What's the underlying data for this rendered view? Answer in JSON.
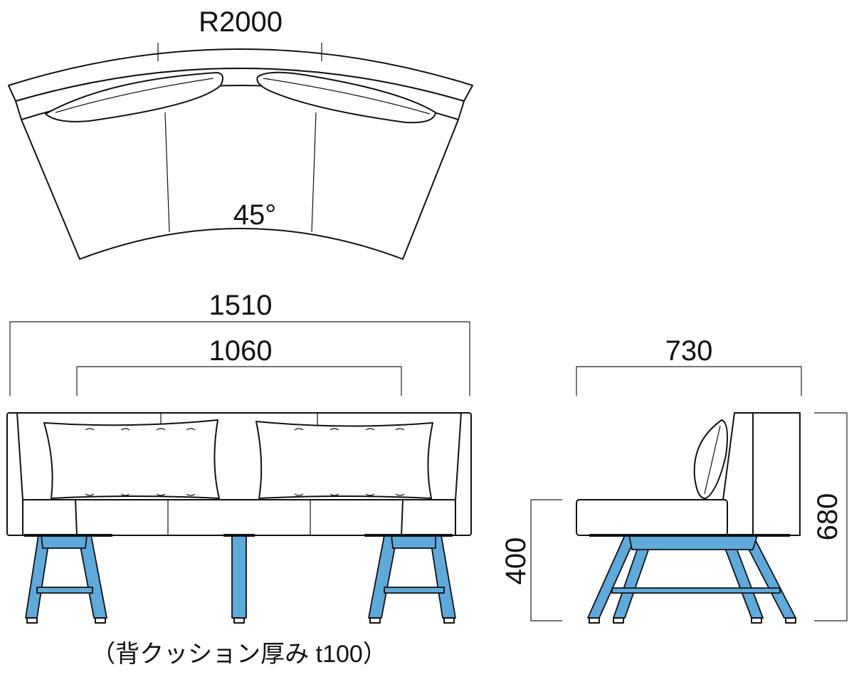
{
  "labels": {
    "radius": "R2000",
    "angle": "45°",
    "overall_width": "1510",
    "seat_width": "1060",
    "depth": "730",
    "total_height": "680",
    "seat_height": "400",
    "caption": "（背クッション厚み t100）"
  },
  "colors": {
    "leg": "#5fa9db",
    "line": "#111111",
    "background": "#ffffff"
  }
}
